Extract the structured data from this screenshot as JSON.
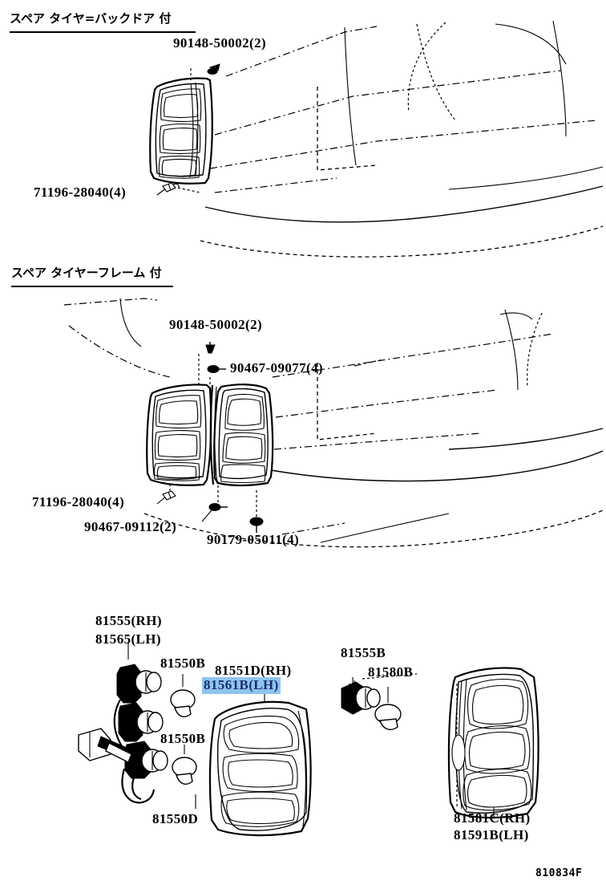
{
  "document": {
    "type": "parts-diagram",
    "footer_code": "810834F",
    "highlight_color": "#8fc4f2",
    "highlight_text_color": "#1b2f66"
  },
  "sections": [
    {
      "id": "upper",
      "heading": "スペア タイヤ=バックドア 付",
      "callouts": [
        {
          "id": "u1",
          "text": "90148-50002(2)"
        },
        {
          "id": "u2",
          "text": "71196-28040(4)"
        }
      ]
    },
    {
      "id": "middle",
      "heading": "スペア タイヤーフレーム 付",
      "callouts": [
        {
          "id": "m1",
          "text": "90148-50002(2)"
        },
        {
          "id": "m2",
          "text": "90467-09077(4)"
        },
        {
          "id": "m3",
          "text": "71196-28040(4)"
        },
        {
          "id": "m4",
          "text": "90467-09112(2)"
        },
        {
          "id": "m5",
          "text": "90179-05011(4)"
        }
      ]
    },
    {
      "id": "exploded",
      "heading": "",
      "callouts": [
        {
          "id": "e1",
          "line1": "81555(RH)",
          "line2": "81565(LH)"
        },
        {
          "id": "e2",
          "text": "81550B"
        },
        {
          "id": "e3",
          "text": "81550B"
        },
        {
          "id": "e4",
          "text": "81550D"
        },
        {
          "id": "e5",
          "text": "81551D(RH)"
        },
        {
          "id": "e6",
          "text": "81561B(LH)",
          "highlighted": true
        },
        {
          "id": "e7",
          "text": "81555B"
        },
        {
          "id": "e8",
          "text": "81580B"
        },
        {
          "id": "e9",
          "line1": "81581C(RH)",
          "line2": "81591B(LH)"
        }
      ]
    }
  ]
}
